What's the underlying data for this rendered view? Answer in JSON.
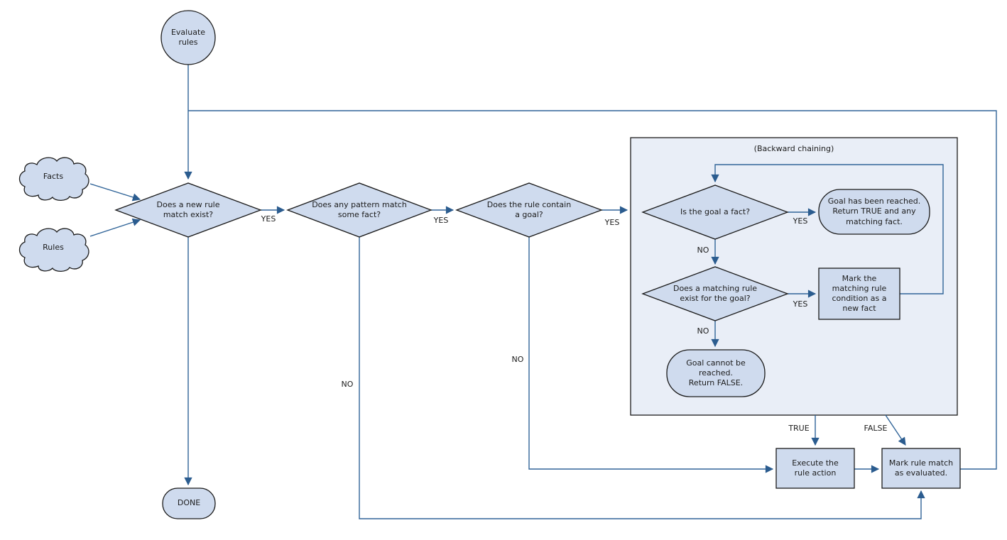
{
  "diagram": {
    "title": "(Backward chaining)",
    "colors": {
      "node_fill": "#cfdbee",
      "container_fill": "#e9eef7",
      "shape_border": "#1a1a1a",
      "edge_line": "#306498",
      "arrowhead": "#2b5c8f",
      "background": "#ffffff",
      "text": "#1c1c1c"
    },
    "nodes": {
      "start": {
        "label": "Evaluate\nrules",
        "shape": "circle"
      },
      "facts": {
        "label": "Facts",
        "shape": "cloud"
      },
      "rules": {
        "label": "Rules",
        "shape": "cloud"
      },
      "new_rule_match": {
        "label": "Does a new rule\nmatch exist?",
        "shape": "diamond"
      },
      "pattern_match": {
        "label": "Does any pattern match\nsome fact?",
        "shape": "diamond"
      },
      "rule_contains_goal": {
        "label": "Does the rule contain\na goal?",
        "shape": "diamond"
      },
      "goal_is_fact": {
        "label": "Is the goal a fact?",
        "shape": "diamond"
      },
      "goal_reached": {
        "label": "Goal has been reached.\nReturn TRUE and any\nmatching fact.",
        "shape": "stadium"
      },
      "matching_rule_exists": {
        "label": "Does a matching rule\nexist for the goal?",
        "shape": "diamond"
      },
      "mark_condition": {
        "label": "Mark the\nmatching rule\ncondition as a\nnew fact",
        "shape": "rect"
      },
      "goal_cannot": {
        "label": "Goal cannot be\nreached.\nReturn FALSE.",
        "shape": "stadium"
      },
      "execute_action": {
        "label": "Execute the\nrule action",
        "shape": "rect"
      },
      "mark_evaluated": {
        "label": "Mark rule match\nas evaluated.",
        "shape": "rect"
      },
      "done": {
        "label": "DONE",
        "shape": "stadium"
      }
    },
    "edge_labels": {
      "yes1": "YES",
      "yes2": "YES",
      "yes3": "YES",
      "yes_goal_fact": "YES",
      "yes_matching_rule": "YES",
      "no_goal_fact": "NO",
      "no_matching_rule": "NO",
      "no_pattern_match": "NO",
      "no_contains_goal": "NO",
      "true_out": "TRUE",
      "false_out": "FALSE"
    }
  }
}
